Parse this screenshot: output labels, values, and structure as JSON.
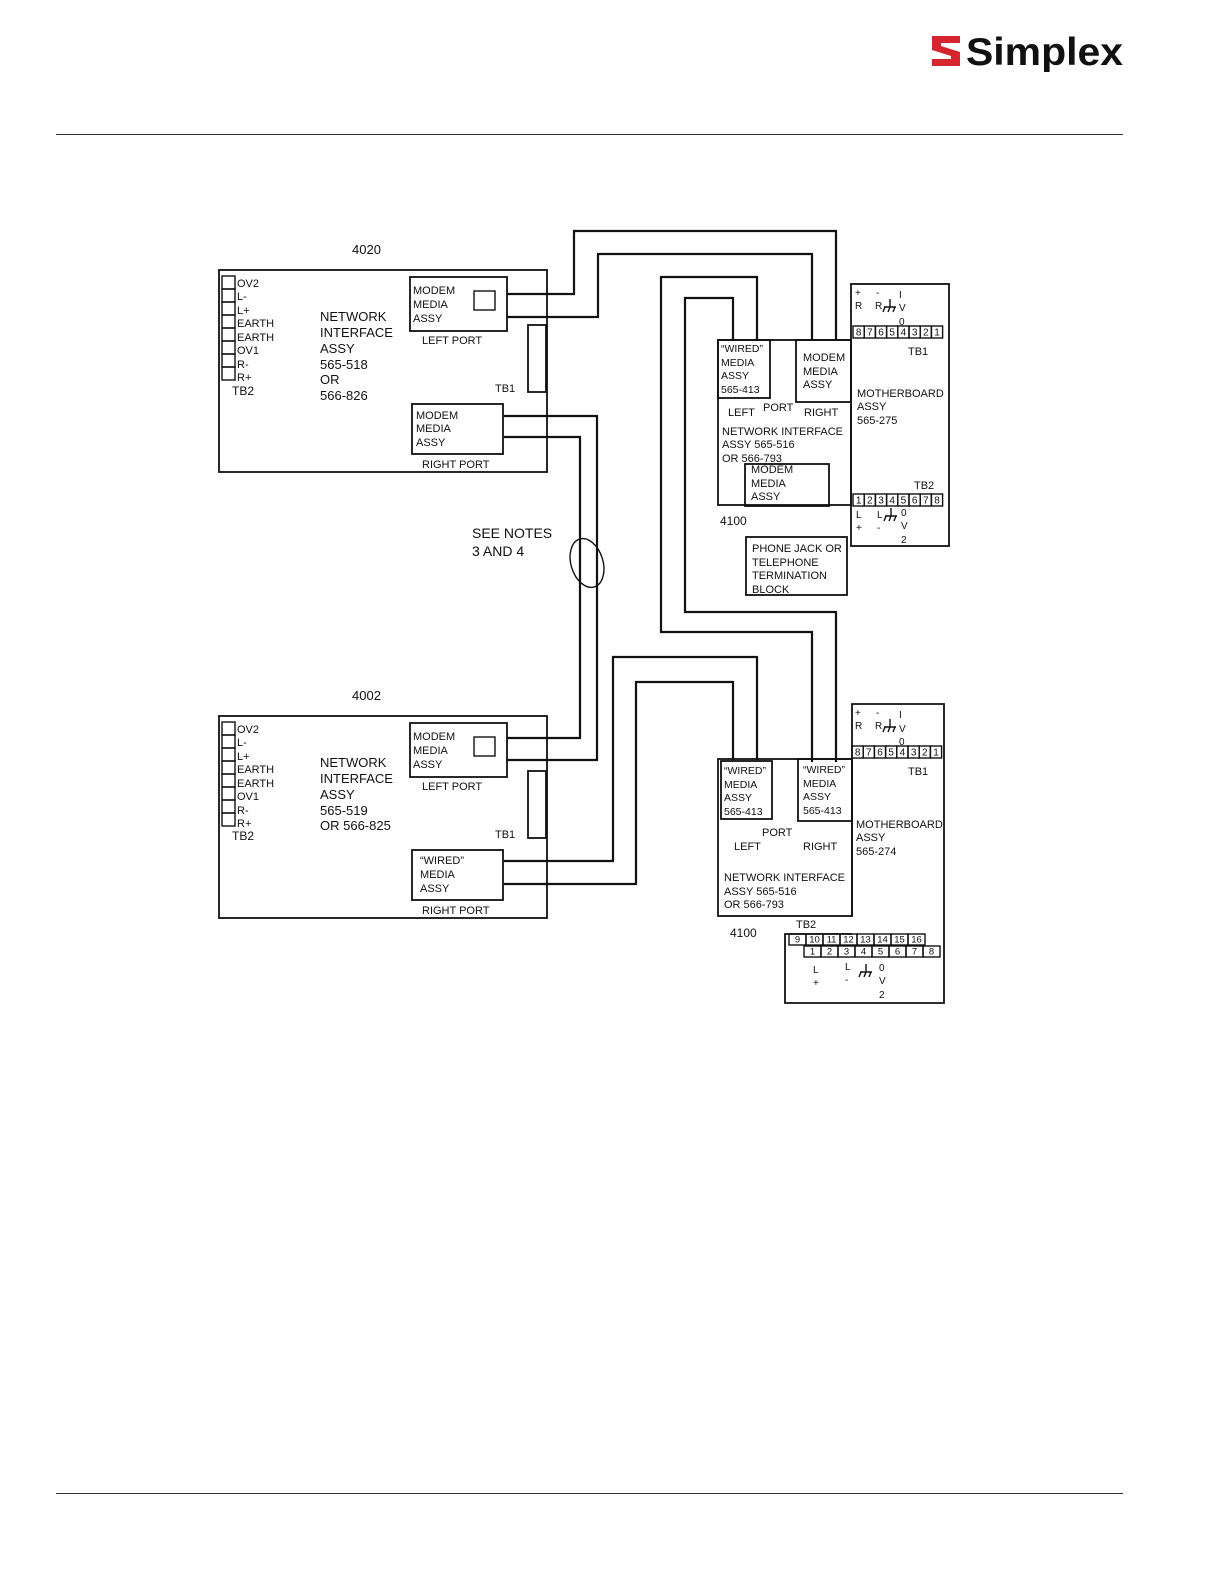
{
  "header": {
    "brand_name": "Simplex",
    "brand_color": "#d6252f",
    "logo_icon": "simplex-s-logo-icon"
  },
  "diagram": {
    "see_notes": [
      "SEE NOTES",
      "3 AND 4"
    ],
    "panel_4020": {
      "title": "4020",
      "terminals": [
        "OV2",
        "L-",
        "L+",
        "EARTH",
        "EARTH",
        "OV1",
        "R-",
        "R+"
      ],
      "tb2_label": "TB2",
      "tb1_label": "TB1",
      "nia_lines": [
        "NETWORK",
        "INTERFACE",
        "ASSY",
        "565-518",
        "OR",
        "566-826"
      ],
      "left_media_lines": [
        "MODEM",
        "MEDIA",
        "ASSY"
      ],
      "left_port": "LEFT PORT",
      "right_media_lines": [
        "MODEM",
        "MEDIA",
        "ASSY"
      ],
      "right_port": "RIGHT PORT"
    },
    "panel_4002": {
      "title": "4002",
      "terminals": [
        "OV2",
        "L-",
        "L+",
        "EARTH",
        "EARTH",
        "OV1",
        "R-",
        "R+"
      ],
      "tb2_label": "TB2",
      "tb1_label": "TB1",
      "nia_lines": [
        "NETWORK",
        "INTERFACE",
        "ASSY",
        "565-519",
        "OR 566-825"
      ],
      "left_media_lines": [
        "MODEM",
        "MEDIA",
        "ASSY"
      ],
      "left_port": "LEFT PORT",
      "right_media_lines": [
        "“WIRED”",
        "MEDIA",
        "ASSY"
      ],
      "right_port": "RIGHT PORT"
    },
    "panel_4100_top": {
      "title": "4100",
      "left_media_lines": [
        "“WIRED”",
        "MEDIA",
        "ASSY",
        "565-413"
      ],
      "right_media_lines": [
        "MODEM",
        "MEDIA",
        "ASSY"
      ],
      "port_left": "LEFT",
      "port": "PORT",
      "port_right": "RIGHT",
      "nia_lines": [
        "NETWORK INTERFACE",
        "ASSY 565-516",
        "OR 566-793"
      ],
      "inner_media_lines": [
        "MODEM",
        "MEDIA",
        "ASSY"
      ],
      "phone_lines": [
        "PHONE JACK OR",
        "TELEPHONE",
        "TERMINATION",
        "BLOCK"
      ],
      "mb_lines": [
        "MOTHERBOARD",
        "ASSY",
        "565-275"
      ],
      "tb1_label": "TB1",
      "tb1_cells": [
        "8",
        "7",
        "6",
        "5",
        "4",
        "3",
        "2",
        "1"
      ],
      "tb1_symbols": [
        "+",
        "-",
        "I",
        "R",
        "R",
        "V",
        "0"
      ],
      "tb2_label": "TB2",
      "tb2_cells": [
        "1",
        "2",
        "3",
        "4",
        "5",
        "6",
        "7",
        "8"
      ],
      "tb2_symbols": [
        "L",
        "L",
        "0",
        "+",
        "-",
        "V",
        "2"
      ]
    },
    "panel_4100_bottom": {
      "title": "4100",
      "left_media_lines": [
        "“WIRED”",
        "MEDIA",
        "ASSY",
        "565-413"
      ],
      "right_media_lines": [
        "“WIRED”",
        "MEDIA",
        "ASSY",
        "565-413"
      ],
      "port": "PORT",
      "port_left": "LEFT",
      "port_right": "RIGHT",
      "nia_lines": [
        "NETWORK INTERFACE",
        "ASSY 565-516",
        "OR 566-793"
      ],
      "mb_lines": [
        "MOTHERBOARD",
        "ASSY",
        "565-274"
      ],
      "tb1_label": "TB1",
      "tb1_cells": [
        "8",
        "7",
        "6",
        "5",
        "4",
        "3",
        "2",
        "1"
      ],
      "tb1_symbols": [
        "+",
        "-",
        "I",
        "R",
        "R",
        "V",
        "0"
      ],
      "tb2_label": "TB2",
      "tb2_top_cells": [
        "9",
        "10",
        "11",
        "12",
        "13",
        "14",
        "15",
        "16"
      ],
      "tb2_cells": [
        "1",
        "2",
        "3",
        "4",
        "5",
        "6",
        "7",
        "8"
      ],
      "tb2_symbols": [
        "L",
        "L",
        "0",
        "+",
        "-",
        "V",
        "2"
      ]
    }
  }
}
